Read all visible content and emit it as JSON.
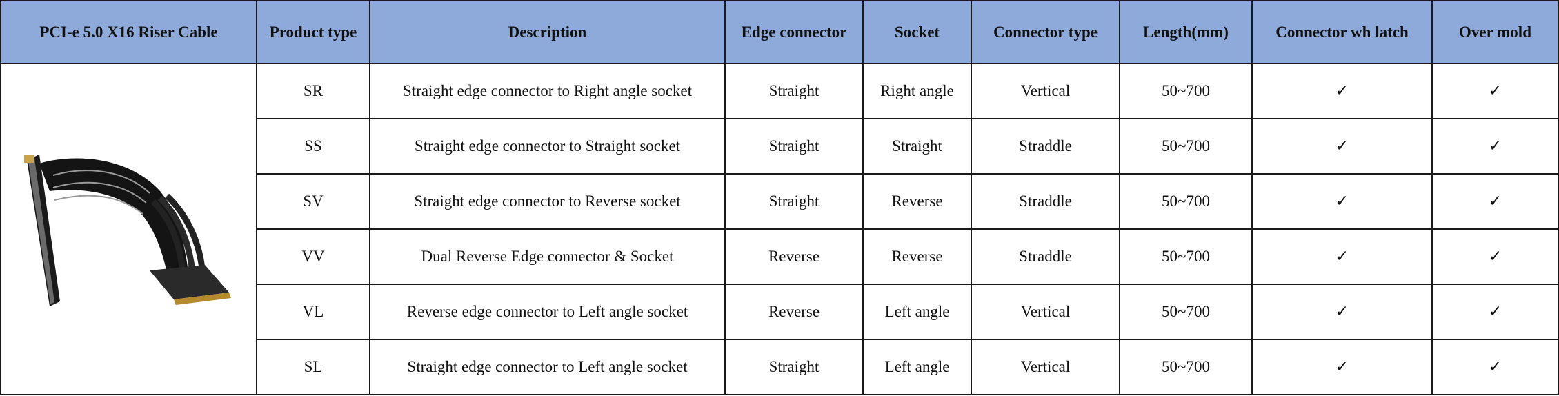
{
  "header": {
    "product_name": "PCI-e 5.0 X16 Riser Cable",
    "product_type": "Product type",
    "description": "Description",
    "edge_connector": "Edge connector",
    "socket": "Socket",
    "connector_type": "Connector type",
    "length": "Length(mm)",
    "latch": "Connector wh latch",
    "over_mold": "Over mold"
  },
  "product_image": {
    "icon": "riser-cable-image"
  },
  "rows": [
    {
      "type": "SR",
      "description": "Straight edge connector to Right angle socket",
      "edge": "Straight",
      "socket": "Right angle",
      "connector": "Vertical",
      "length": "50~700",
      "latch": "✓",
      "over_mold": "✓"
    },
    {
      "type": "SS",
      "description": "Straight edge connector to Straight socket",
      "edge": "Straight",
      "socket": "Straight",
      "connector": "Straddle",
      "length": "50~700",
      "latch": "✓",
      "over_mold": "✓"
    },
    {
      "type": "SV",
      "description": "Straight edge connector to Reverse socket",
      "edge": "Straight",
      "socket": "Reverse",
      "connector": "Straddle",
      "length": "50~700",
      "latch": "✓",
      "over_mold": "✓"
    },
    {
      "type": "VV",
      "description": "Dual Reverse Edge connector & Socket",
      "edge": "Reverse",
      "socket": "Reverse",
      "connector": "Straddle",
      "length": "50~700",
      "latch": "✓",
      "over_mold": "✓"
    },
    {
      "type": "VL",
      "description": "Reverse edge connector to Left angle socket",
      "edge": "Reverse",
      "socket": "Left angle",
      "connector": "Vertical",
      "length": "50~700",
      "latch": "✓",
      "over_mold": "✓"
    },
    {
      "type": "SL",
      "description": "Straight edge connector to Left angle socket",
      "edge": "Straight",
      "socket": "Left angle",
      "connector": "Vertical",
      "length": "50~700",
      "latch": "✓",
      "over_mold": "✓"
    }
  ]
}
